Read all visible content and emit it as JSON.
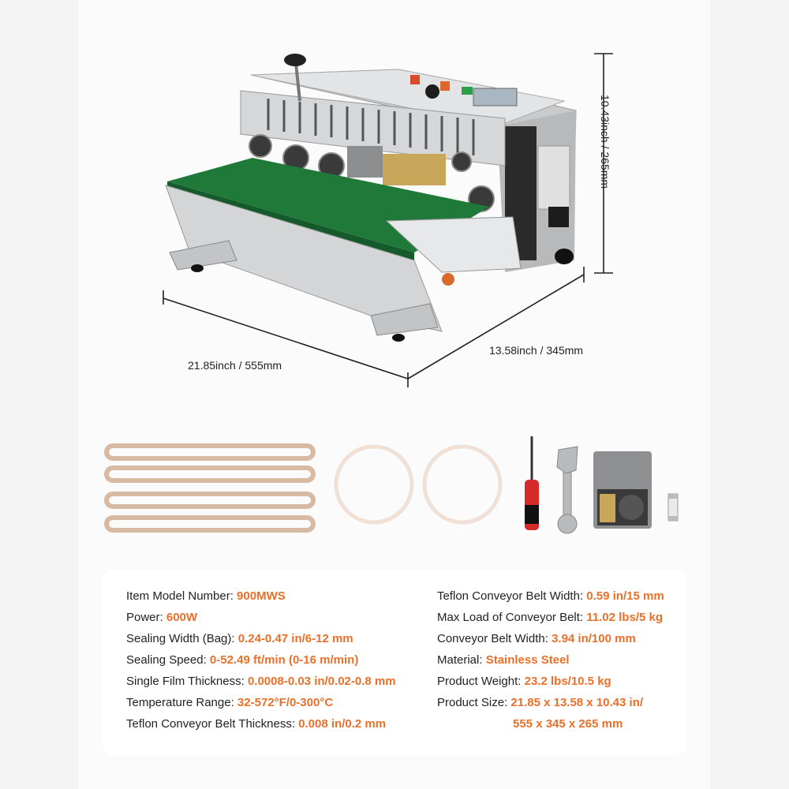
{
  "dimensions": {
    "width": "21.85inch / 555mm",
    "depth": "13.58inch / 345mm",
    "height": "10.43inch / 265mm"
  },
  "accessories": [
    {
      "name": "heating-tape"
    },
    {
      "name": "conveyor-belt-ring"
    },
    {
      "name": "screwdriver"
    },
    {
      "name": "spanner-wrench"
    },
    {
      "name": "character-type-box"
    },
    {
      "name": "fuse"
    }
  ],
  "colors": {
    "accent": "#e8702a",
    "belt": "#1f7a3a",
    "steel": "#d9dadb"
  },
  "specs": {
    "left": [
      {
        "label": "Item Model Number: ",
        "value": "900MWS"
      },
      {
        "label": "Power: ",
        "value": "600W"
      },
      {
        "label": "Sealing Width (Bag): ",
        "value": "0.24-0.47 in/6-12 mm"
      },
      {
        "label": "Sealing Speed: ",
        "value": "0-52.49 ft/min (0-16 m/min)"
      },
      {
        "label": "Single Film Thickness: ",
        "value": "0.0008-0.03 in/0.02-0.8 mm"
      },
      {
        "label": "Temperature Range: ",
        "value": "32-572°F/0-300°C"
      },
      {
        "label": "Teflon Conveyor Belt Thickness: ",
        "value": "0.008 in/0.2 mm"
      }
    ],
    "right": [
      {
        "label": "Teflon Conveyor Belt Width: ",
        "value": "0.59 in/15 mm"
      },
      {
        "label": "Max Load of Conveyor Belt: ",
        "value": "11.02 lbs/5 kg"
      },
      {
        "label": "Conveyor Belt Width: ",
        "value": "3.94 in/100 mm"
      },
      {
        "label": "Material: ",
        "value": "Stainless Steel"
      },
      {
        "label": "Product Weight: ",
        "value": "23.2 lbs/10.5 kg"
      },
      {
        "label": "Product Size: ",
        "value": "21.85 x 13.58 x 10.43 in/"
      }
    ],
    "size_continued": "555 x 345 x 265 mm"
  }
}
